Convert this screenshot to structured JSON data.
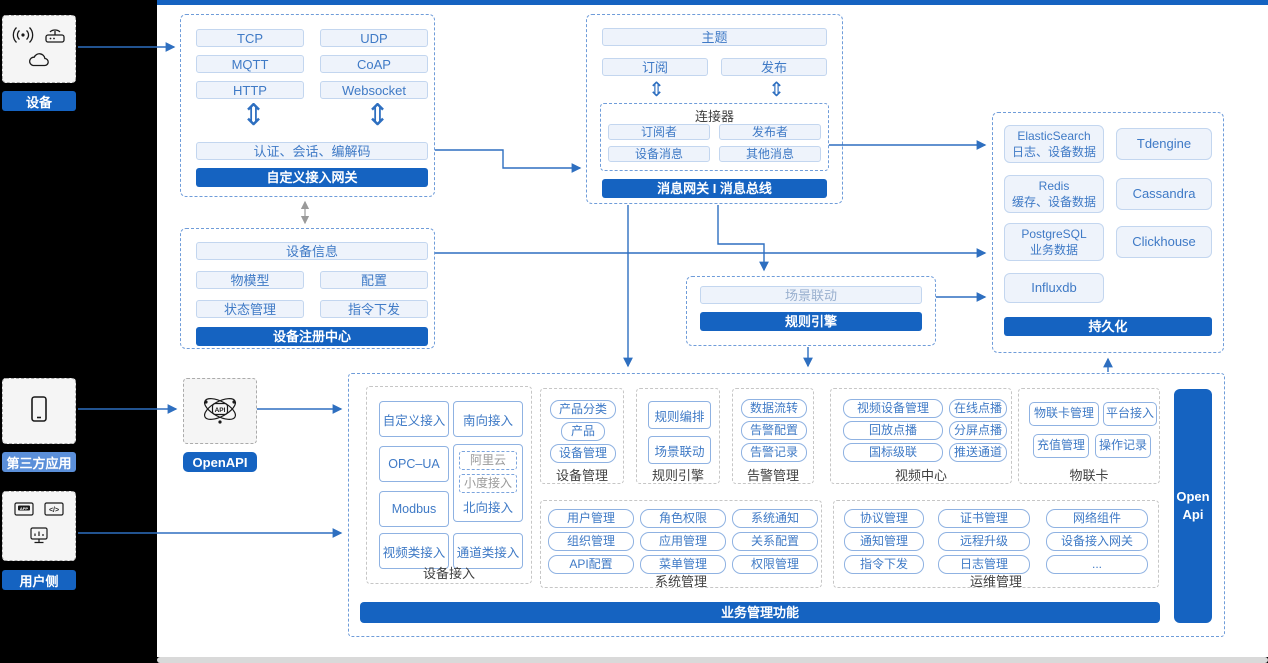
{
  "colors": {
    "accent": "#1563c1",
    "light_badge": "#5b8fd9"
  },
  "left_panel": {
    "device_label": "设备",
    "third_party_label": "第三方应用",
    "user_label": "用户侧"
  },
  "custom_gateway": {
    "title": "自定义接入网关",
    "protocols": [
      "TCP",
      "UDP",
      "MQTT",
      "CoAP",
      "HTTP",
      "Websocket"
    ],
    "auth_bar": "认证、会话、编解码"
  },
  "registry": {
    "title": "设备注册中心",
    "device_info": "设备信息",
    "items": [
      "物模型",
      "配置",
      "状态管理",
      "指令下发"
    ]
  },
  "message_bus": {
    "title": "消息网关 I 消息总线",
    "topic": "主题",
    "subscribe": "订阅",
    "publish": "发布",
    "connector_title": "连接器",
    "connector_items": [
      "订阅者",
      "发布者",
      "设备消息",
      "其他消息"
    ]
  },
  "rule_engine_mid": {
    "title": "规则引擎",
    "scene": "场景联动"
  },
  "persistence": {
    "title": "持久化",
    "elasticsearch_name": "ElasticSearch",
    "elasticsearch_desc": "日志、设备数据",
    "tdengine": "Tdengine",
    "redis_name": "Redis",
    "redis_desc": "缓存、设备数据",
    "cassandra": "Cassandra",
    "postgresql_name": "PostgreSQL",
    "postgresql_desc": "业务数据",
    "clickhouse": "Clickhouse",
    "influxdb": "Influxdb"
  },
  "openapi_label": "OpenAPI",
  "business": {
    "title": "业务管理功能",
    "open_api_bar": "Open Api",
    "device_access": {
      "label": "设备接入",
      "items": [
        "自定义接入",
        "南向接入",
        "OPC–UA",
        "Modbus",
        "视频类接入",
        "通道类接入"
      ],
      "north_label": "北向接入",
      "north_subs": [
        "阿里云",
        "小度接入"
      ]
    },
    "device_mgmt": {
      "label": "设备管理",
      "items": [
        "产品分类",
        "产品",
        "设备管理"
      ]
    },
    "rule_engine": {
      "label": "规则引擎",
      "items": [
        "规则编排",
        "场景联动"
      ]
    },
    "alarm": {
      "label": "告警管理",
      "items": [
        "数据流转",
        "告警配置",
        "告警记录"
      ]
    },
    "video": {
      "label": "视频中心",
      "items": [
        "视频设备管理",
        "在线点播",
        "回放点播",
        "分屏点播",
        "国标级联",
        "推送通道"
      ]
    },
    "iot_card": {
      "label": "物联卡",
      "items": [
        "物联卡管理",
        "平台接入",
        "充值管理",
        "操作记录"
      ]
    },
    "system": {
      "label": "系统管理",
      "items": [
        "用户管理",
        "角色权限",
        "系统通知",
        "组织管理",
        "应用管理",
        "关系配置",
        "API配置",
        "菜单管理",
        "权限管理"
      ]
    },
    "ops": {
      "label": "运维管理",
      "items": [
        "协议管理",
        "证书管理",
        "网络组件",
        "通知管理",
        "远程升级",
        "设备接入网关",
        "指令下发",
        "日志管理",
        "..."
      ]
    }
  }
}
